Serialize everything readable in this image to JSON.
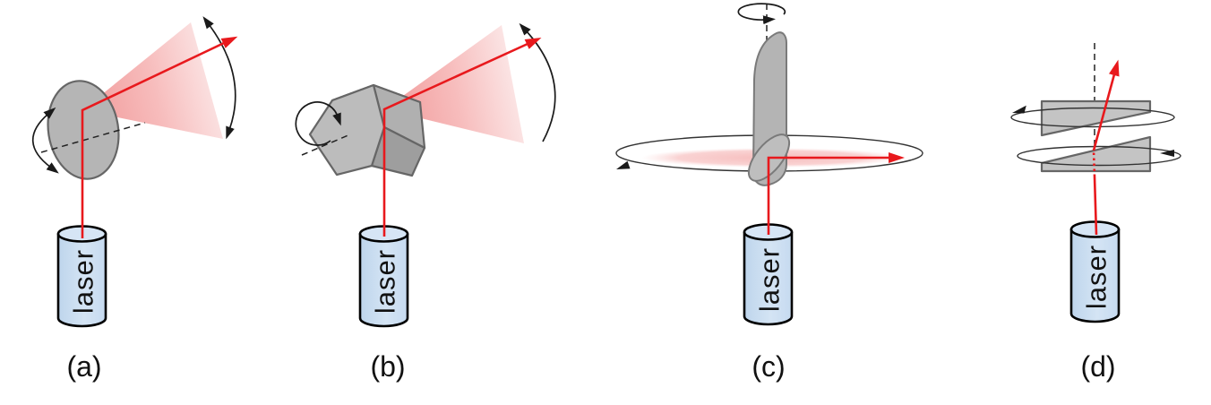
{
  "figure": {
    "type": "laser-beam-steering-mechanisms-diagram",
    "panels": [
      {
        "label": "(a)",
        "laser_label": "laser",
        "icon": "oscillating-plane-mirror"
      },
      {
        "label": "(b)",
        "laser_label": "laser",
        "icon": "rotating-polygon-mirror"
      },
      {
        "label": "(c)",
        "laser_label": "laser",
        "icon": "spinning-45-degree-mirror"
      },
      {
        "label": "(d)",
        "laser_label": "laser",
        "icon": "rotating-wedge-prisms"
      }
    ],
    "colors": {
      "background": "#ffffff",
      "beam_red": "#e8191d",
      "scan_pink_strong": "#f19a9a",
      "scan_pink_light": "#fbe3e3",
      "laser_body_blue": "#c9ddf1",
      "laser_rim_blue": "#d6e5f5",
      "optic_gray": "#b8b8b8",
      "optic_gray_light": "#cdcdcd",
      "optic_gray_dark": "#9e9e9e",
      "optic_outline": "#666666",
      "arrow_black": "#1a1a1a",
      "text_black": "#111111"
    }
  }
}
